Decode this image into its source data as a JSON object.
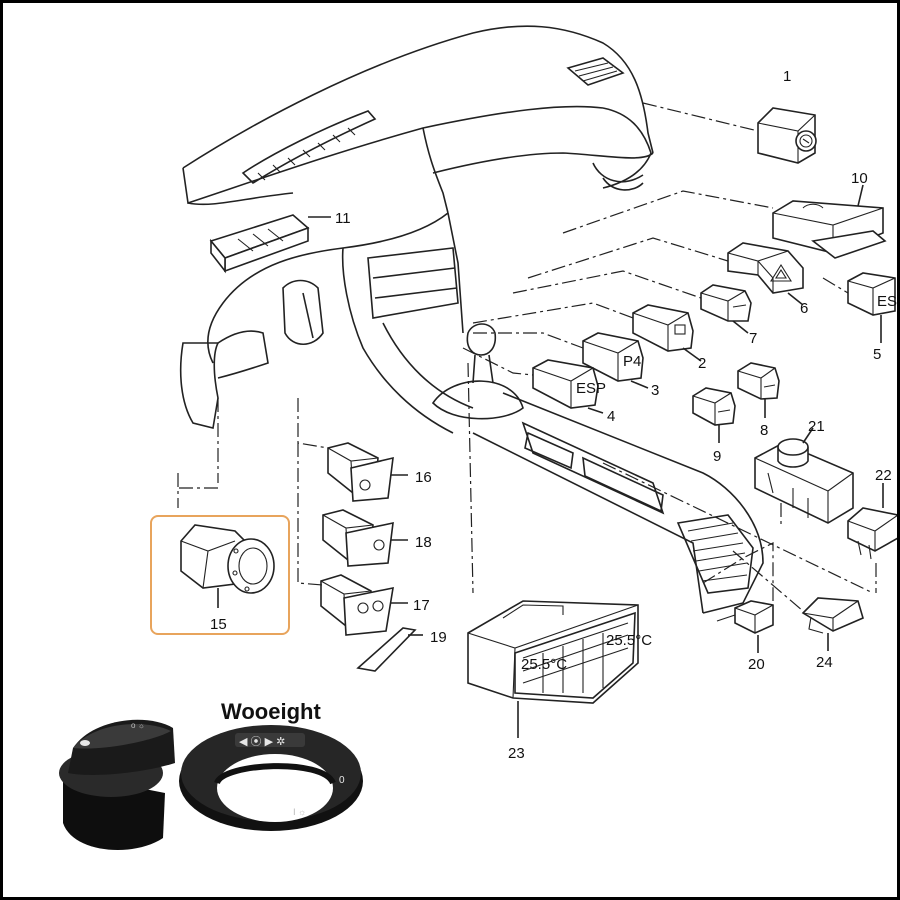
{
  "brand": "Wooeight",
  "highlight_color": "#e8a45c",
  "callouts": [
    "1",
    "2",
    "3",
    "4",
    "5",
    "6",
    "7",
    "8",
    "9",
    "10",
    "11",
    "15",
    "16",
    "17",
    "18",
    "19",
    "20",
    "21",
    "22",
    "23",
    "24"
  ],
  "highlighted_part": "15",
  "panel_labels": {
    "esp": "ESP",
    "climate_left": "25.5°C",
    "climate_right": "25.5°C"
  }
}
